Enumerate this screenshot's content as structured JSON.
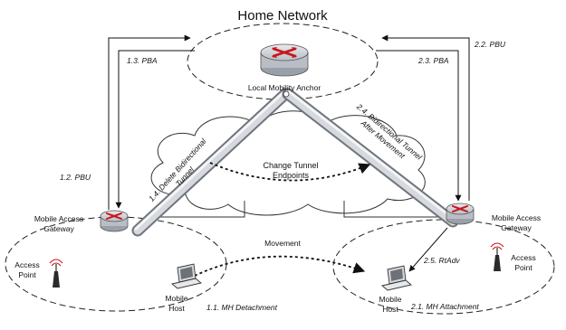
{
  "title": "Home Network",
  "nodes": {
    "lma": "Local Mobility Anchor",
    "mag_left": [
      "Mobile Access",
      "Gateway"
    ],
    "mag_right": [
      "Mobile Access",
      "Gateway"
    ],
    "ap_left": [
      "Access",
      "Point"
    ],
    "ap_right": [
      "Access",
      "Point"
    ],
    "host_left": [
      "Mobile",
      "Host"
    ],
    "host_right": [
      "Mobile",
      "Host"
    ]
  },
  "messages": {
    "pbu_left": "1.2. PBU",
    "pba_left": "1.3. PBA",
    "pbu_right": "2.2. PBU",
    "pba_right": "2.3. PBA",
    "rtadv": "2.5. RtAdv"
  },
  "tunnels": {
    "delete": [
      "1.4. Delete Bidirectional",
      "Tunnel"
    ],
    "after": [
      "2.4. Bidirectional Tunnel",
      "After Movement"
    ]
  },
  "center": [
    "Change Tunnel",
    "Endpoints"
  ],
  "movement": "Movement",
  "events": {
    "detach": "1.1. MH Detachment",
    "attach": "2.1. MH Attachment"
  },
  "colors": {
    "router_body": "#b9bec6",
    "router_arrow": "#c8161d",
    "tunnel": "#c9cdd2"
  }
}
